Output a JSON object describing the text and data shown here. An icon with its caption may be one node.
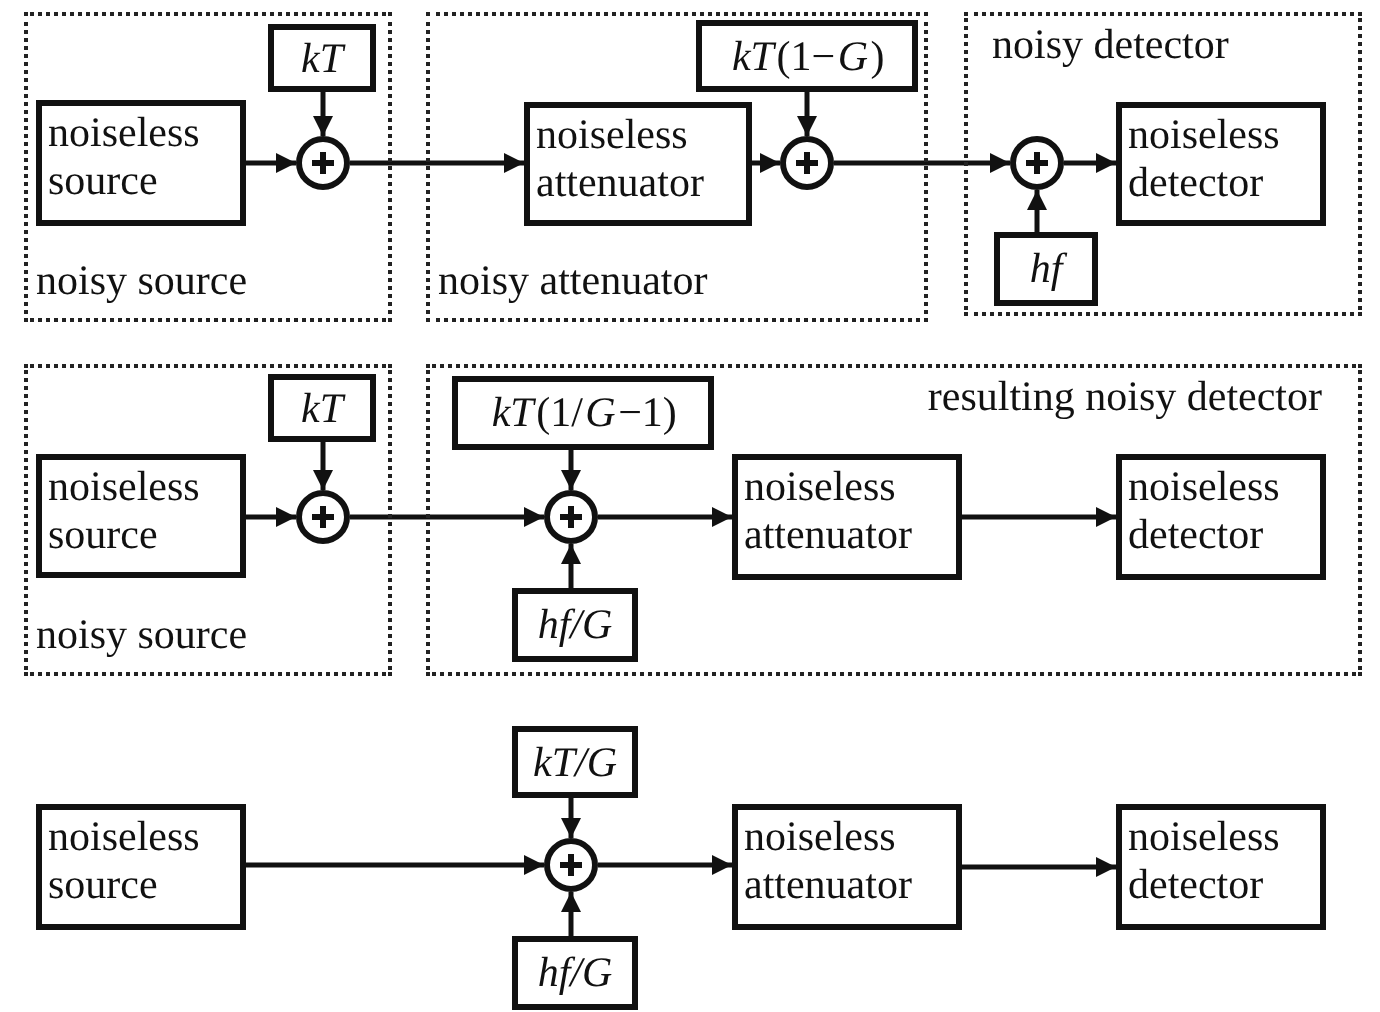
{
  "diagram": {
    "nodes": [
      {
        "text": [
          "noisy source"
        ]
      },
      {
        "text": [
          "noiseless source"
        ],
        "in": 0
      },
      {
        "text": [
          "kT"
        ],
        "in": 0
      },
      {
        "text": [],
        "shape": "circle",
        "in": 0
      },
      {
        "text": [
          "noisy attenuator"
        ]
      },
      {
        "text": [
          "noiseless attenuator"
        ],
        "in": 4
      },
      {
        "text": [
          "*kT*(1−*G*)"
        ],
        "in": 4
      },
      {
        "text": [],
        "shape": "circle",
        "in": 4
      },
      {
        "text": [
          "noisy detector"
        ]
      },
      {
        "text": [],
        "shape": "circle",
        "in": 8
      },
      {
        "text": [
          "hf"
        ],
        "in": 8
      },
      {
        "text": [
          "noiseless detector"
        ],
        "in": 8
      },
      {
        "text": [
          "noisy source"
        ]
      },
      {
        "text": [
          "noiseless source"
        ],
        "in": 12
      },
      {
        "text": [
          "kT"
        ],
        "in": 12
      },
      {
        "text": [],
        "shape": "circle",
        "in": 12
      },
      {
        "text": [
          "resulting noisy detector"
        ]
      },
      {
        "text": [
          "*kT*(1/*G*−1)"
        ],
        "in": 16
      },
      {
        "text": [],
        "shape": "circle",
        "in": 16
      },
      {
        "text": [
          "hf/G"
        ],
        "in": 16
      },
      {
        "text": [
          "noiseless attenuator"
        ],
        "in": 16
      },
      {
        "text": [
          "noiseless detector"
        ],
        "in": 16
      },
      {
        "text": [
          "noiseless source"
        ]
      },
      {
        "text": [
          "kT/G"
        ]
      },
      {
        "text": [],
        "shape": "circle"
      },
      {
        "text": [
          "hf/G"
        ]
      },
      {
        "text": [
          "noiseless attenuator"
        ]
      },
      {
        "text": [
          "noiseless detector"
        ]
      }
    ],
    "edges": [
      {
        "from": 1,
        "to": 3,
        "arrow": "to"
      },
      {
        "from": 2,
        "to": 3,
        "arrow": "to"
      },
      {
        "from": 3,
        "to": 5,
        "arrow": "to"
      },
      {
        "from": 5,
        "to": 7,
        "arrow": "to"
      },
      {
        "from": 6,
        "to": 7,
        "arrow": "to"
      },
      {
        "from": 7,
        "to": 9,
        "arrow": "to"
      },
      {
        "from": 10,
        "to": 9,
        "arrow": "to"
      },
      {
        "from": 9,
        "to": 11,
        "arrow": "to"
      },
      {
        "from": 13,
        "to": 15,
        "arrow": "to"
      },
      {
        "from": 14,
        "to": 15,
        "arrow": "to"
      },
      {
        "from": 15,
        "to": 18,
        "arrow": "to"
      },
      {
        "from": 17,
        "to": 18,
        "arrow": "to"
      },
      {
        "from": 19,
        "to": 18,
        "arrow": "to"
      },
      {
        "from": 18,
        "to": 20,
        "arrow": "to"
      },
      {
        "from": 20,
        "to": 21,
        "arrow": "to"
      },
      {
        "from": 22,
        "to": 24,
        "arrow": "to"
      },
      {
        "from": 23,
        "to": 24,
        "arrow": "to"
      },
      {
        "from": 25,
        "to": 24,
        "arrow": "to"
      },
      {
        "from": 24,
        "to": 26,
        "arrow": "to"
      },
      {
        "from": 26,
        "to": 27,
        "arrow": "to"
      }
    ]
  }
}
